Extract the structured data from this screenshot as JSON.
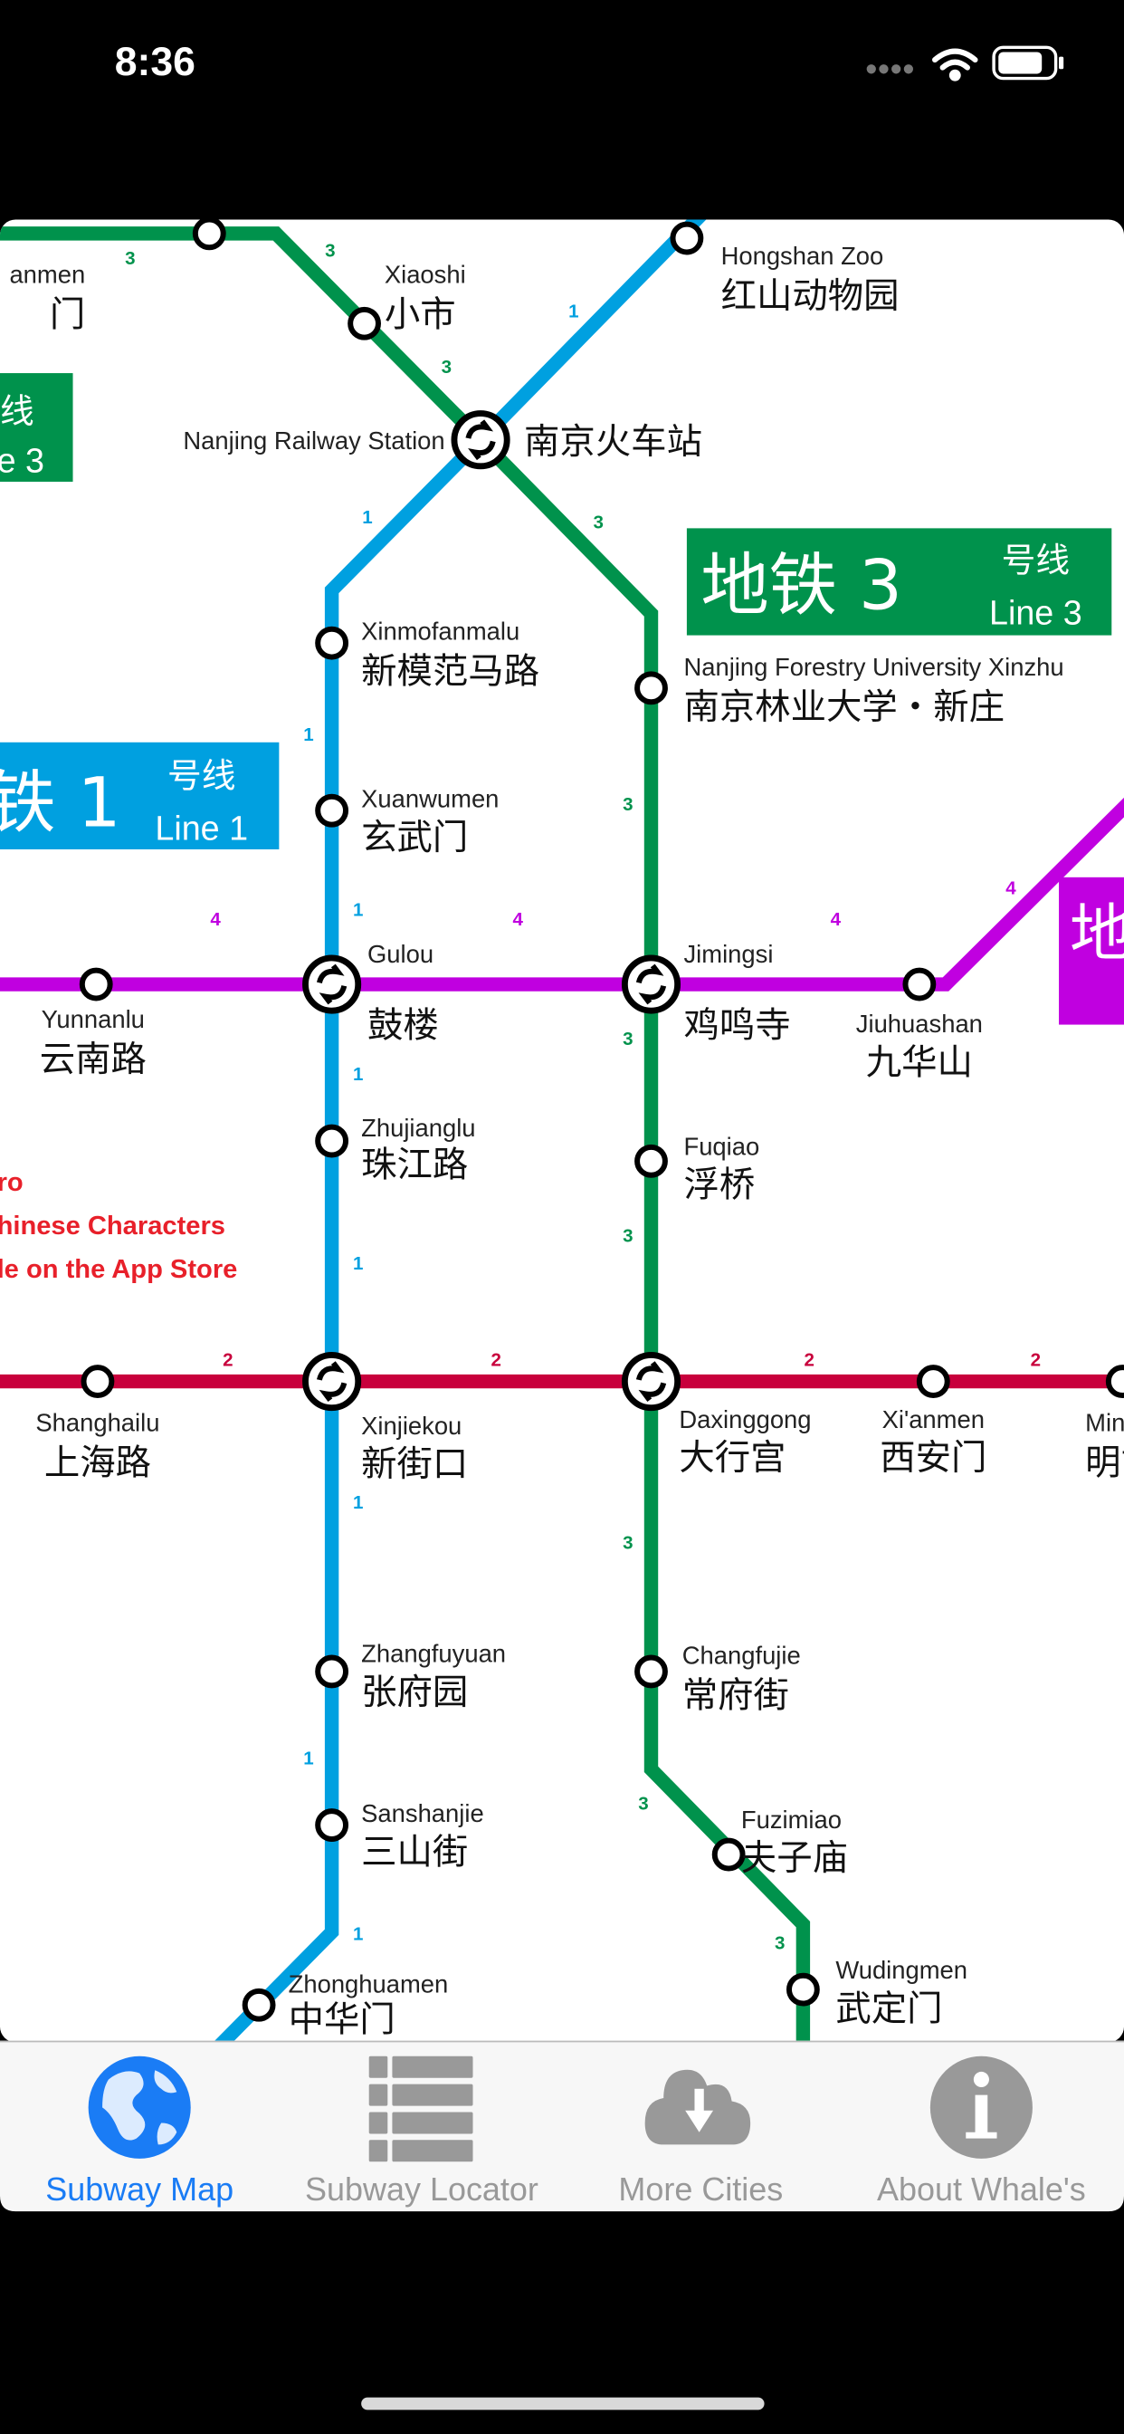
{
  "status_bar": {
    "time": "8:36",
    "signal": "cellular-dots-icon",
    "wifi": "wifi-icon",
    "battery": "battery-icon"
  },
  "colors": {
    "line1": "#00a0e0",
    "line2": "#c8003c",
    "line3": "#00924c",
    "line4": "#c000e0",
    "promo": "#e8202a",
    "tab_active": "#1a7cf5",
    "tab_inactive": "#999999"
  },
  "map": {
    "stations": [
      {
        "en": "anmen",
        "zh": "门"
      },
      {
        "en": "Xiaoshi",
        "zh": "小市"
      },
      {
        "en": "Nanjing Railway Station",
        "zh": "南京火车站"
      },
      {
        "en": "Hongshan Zoo",
        "zh": "红山动物园"
      },
      {
        "en": "Xinmofanmalu",
        "zh": "新模范马路"
      },
      {
        "en": "Nanjing Forestry University Xinzhu",
        "zh": "南京林业大学・新庄"
      },
      {
        "en": "Xuanwumen",
        "zh": "玄武门"
      },
      {
        "en": "Yunnanlu",
        "zh": "云南路"
      },
      {
        "en": "Gulou",
        "zh": "鼓楼"
      },
      {
        "en": "Jimingsi",
        "zh": "鸡鸣寺"
      },
      {
        "en": "Jiuhuashan",
        "zh": "九华山"
      },
      {
        "en": "Zhujianglu",
        "zh": "珠江路"
      },
      {
        "en": "Fuqiao",
        "zh": "浮桥"
      },
      {
        "en": "Shanghailu",
        "zh": "上海路"
      },
      {
        "en": "Xinjiekou",
        "zh": "新街口"
      },
      {
        "en": "Daxinggong",
        "zh": "大行宫"
      },
      {
        "en": "Xi'anmen",
        "zh": "西安门"
      },
      {
        "en": "Minggu",
        "zh": "明古"
      },
      {
        "en": "Zhangfuyuan",
        "zh": "张府园"
      },
      {
        "en": "Changfujie",
        "zh": "常府街"
      },
      {
        "en": "Sanshanjie",
        "zh": "三山街"
      },
      {
        "en": "Fuzimiao",
        "zh": "夫子庙"
      },
      {
        "en": "Wudingmen",
        "zh": "武定门"
      },
      {
        "en": "Zhonghuamen",
        "zh": "中华门"
      }
    ],
    "line_numbers": {
      "l1": "1",
      "l2": "2",
      "l3": "3",
      "l4": "4"
    },
    "signs": {
      "line3": {
        "big": "地铁 3",
        "hao": "号线",
        "en": "Line 3"
      },
      "line1": {
        "big": "铁 1",
        "hao": "号线",
        "en": "Line 1"
      },
      "line3_left": {
        "hao": "线",
        "en": "e 3"
      },
      "line4_right": {
        "big": "地"
      }
    },
    "promo": [
      "ro",
      "hinese Characters",
      "le on the App Store"
    ]
  },
  "tabbar": {
    "tabs": [
      {
        "label": "Subway Map",
        "icon": "globe-icon",
        "active": true
      },
      {
        "label": "Subway Locator",
        "icon": "list-icon",
        "active": false
      },
      {
        "label": "More Cities",
        "icon": "cloud-download-icon",
        "active": false
      },
      {
        "label": "About Whale's",
        "icon": "info-icon",
        "active": false
      }
    ]
  }
}
